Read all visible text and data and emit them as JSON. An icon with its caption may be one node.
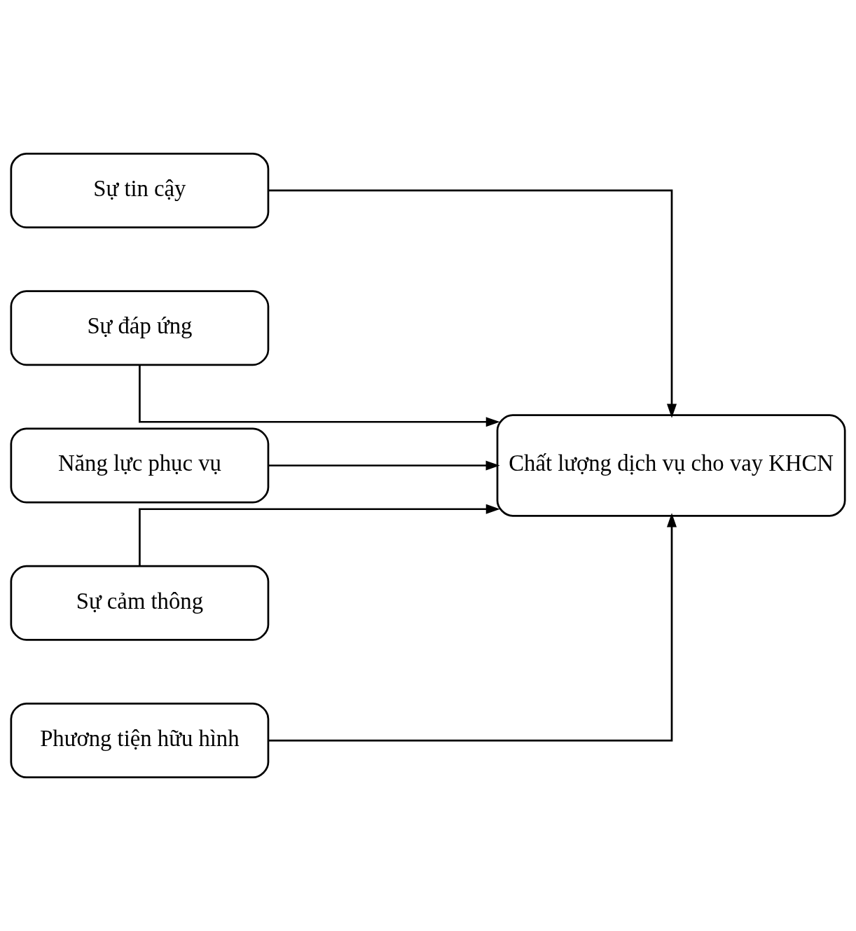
{
  "diagram": {
    "nodes": [
      {
        "text": [
          "Sự tin cậy"
        ]
      },
      {
        "text": [
          "Sự đáp ứng"
        ]
      },
      {
        "text": [
          "Năng lực phục vụ"
        ]
      },
      {
        "text": [
          "Chất lượng dịch vụ cho vay KHCN"
        ]
      },
      {
        "text": [
          "Sự cảm thông"
        ]
      },
      {
        "text": [
          "Phương tiện hữu hình"
        ]
      }
    ],
    "edges": [
      {
        "from": 0,
        "to": 3,
        "arrow": "to"
      },
      {
        "from": 1,
        "to": 3,
        "arrow": "to"
      },
      {
        "from": 2,
        "to": 3,
        "arrow": "to"
      },
      {
        "from": 4,
        "to": 3,
        "arrow": "to"
      },
      {
        "from": 5,
        "to": 3,
        "arrow": "to"
      }
    ]
  }
}
